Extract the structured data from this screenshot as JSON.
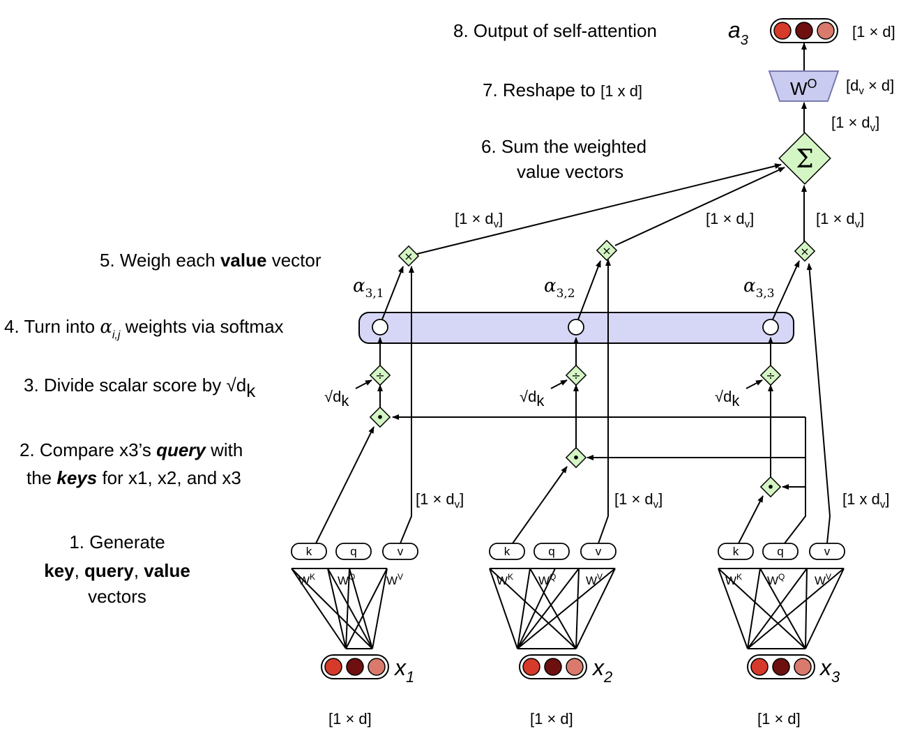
{
  "steps": {
    "s1_line1": "1. Generate",
    "s1_key": "key",
    "s1_sep1": ", ",
    "s1_query": "query",
    "s1_sep2": ", ",
    "s1_value": "value",
    "s1_line3": "vectors",
    "s2_a": "2. Compare x3’s ",
    "s2_query": "query",
    "s2_b": " with",
    "s2_c": "the ",
    "s2_keys": "keys",
    "s2_d": " for x1, x2, and x3",
    "s3_text": "3. Divide scalar score by ",
    "s3_sqrt": "√d",
    "s3_sub": "k",
    "s4_a": "4. Turn into ",
    "s4_alpha": "α",
    "s4_sub": "i,j",
    "s4_b": " weights via softmax",
    "s5_a": "5. Weigh each ",
    "s5_value": "value",
    "s5_b": " vector",
    "s6_line1": "6. Sum the weighted",
    "s6_line2": "value vectors",
    "s7_a": "7. Reshape to ",
    "s7_dim": "[1 x d]",
    "s8": "8. Output of self-attention"
  },
  "inputs": [
    {
      "name": "x",
      "sub": "1",
      "dim": "[1 × d]"
    },
    {
      "name": "x",
      "sub": "2",
      "dim": "[1 × d]"
    },
    {
      "name": "x",
      "sub": "3",
      "dim": "[1 × d]"
    }
  ],
  "projections": {
    "k": "k",
    "q": "q",
    "v": "v",
    "wk": "W",
    "wk_sup": "K",
    "wq": "W",
    "wq_sup": "Q",
    "wv": "W",
    "wv_sup": "V"
  },
  "value_dims": {
    "v1_a": "[1 × d",
    "v1_sub": "v",
    "v1_b": "]",
    "v2_a": "[1 × d",
    "v2_sub": "v",
    "v2_b": "]",
    "v3_a": "[1 x d",
    "v3_sub": "v",
    "v3_b": "]"
  },
  "sqrt_labels": {
    "sqrt": "√d",
    "sub": "k"
  },
  "alphas": [
    {
      "alpha": "α",
      "sub": "3,1"
    },
    {
      "alpha": "α",
      "sub": "3,2"
    },
    {
      "alpha": "α",
      "sub": "3,3"
    }
  ],
  "weighted_dims": {
    "w1_a": "[1 × d",
    "w1_sub": "v",
    "w1_b": "]",
    "w2_a": "[1 × d",
    "w2_sub": "v",
    "w2_b": "]",
    "w3_a": "[1 × d",
    "w3_sub": "v",
    "w3_b": "]"
  },
  "sum": {
    "symbol": "Σ",
    "out_a": "[1 × d",
    "out_sub": "v",
    "out_b": "]"
  },
  "wo": {
    "label": "W",
    "sup": "O",
    "dim_a": "[d",
    "dim_sub": "v",
    "dim_b": " × d]"
  },
  "output": {
    "name": "a",
    "sub": "3",
    "dim": "[1 × d]"
  },
  "ops": {
    "dot": "•",
    "div": "÷",
    "mul": "×"
  },
  "colors": {
    "node1": "#d63a2a",
    "node2": "#6e1010",
    "node3": "#d97a6c",
    "op_fill": "#d4f5c4",
    "softmax_fill": "#d6d6f7",
    "wo_fill": "#c9cbf0"
  }
}
